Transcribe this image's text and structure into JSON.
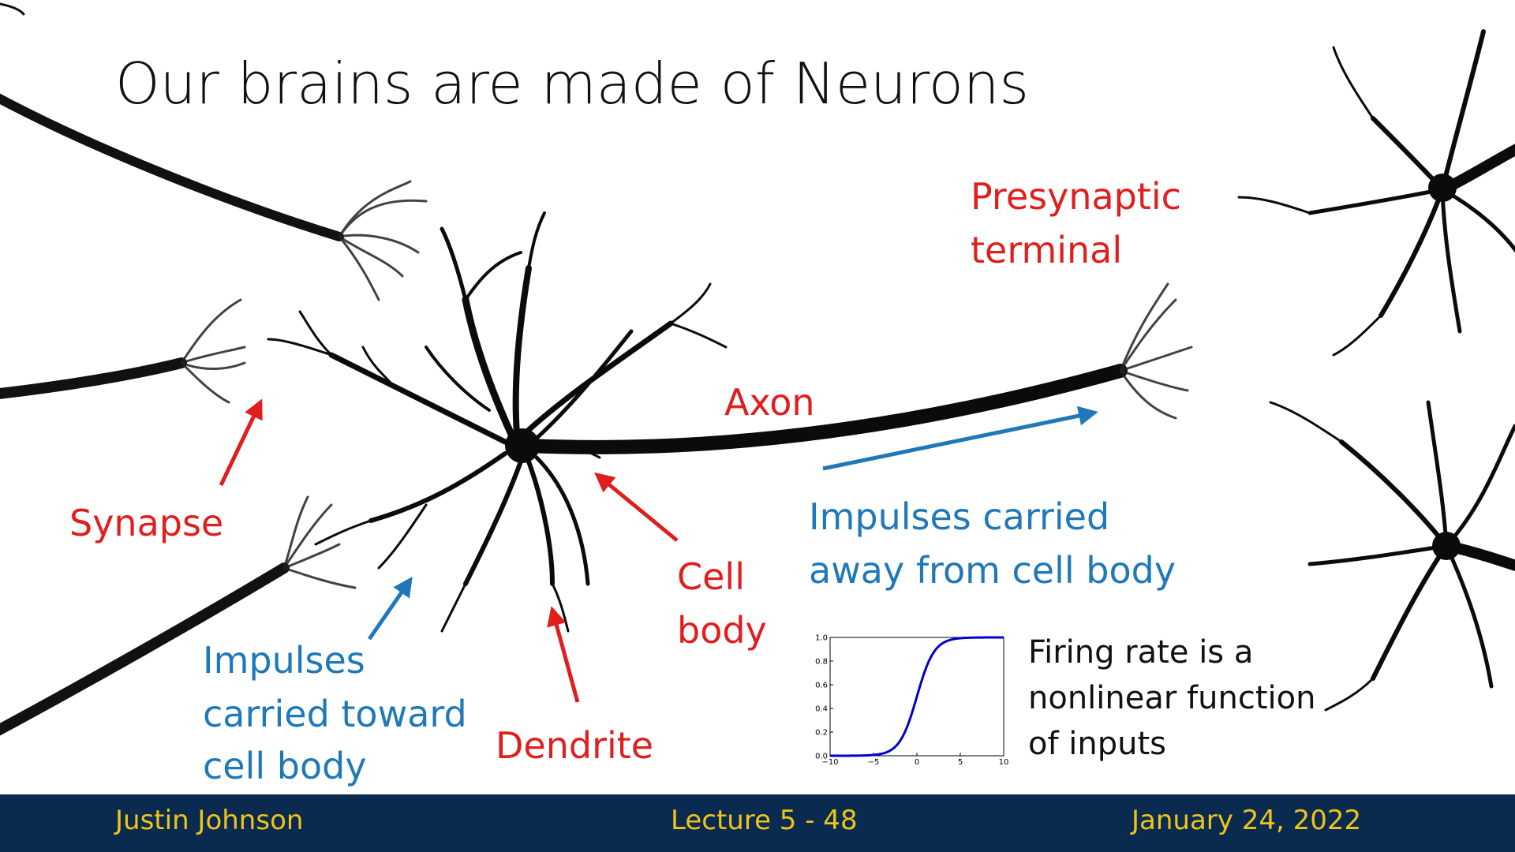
{
  "title": "Our brains are made of Neurons",
  "labels": {
    "synapse": "Synapse",
    "presynaptic_line1": "Presynaptic",
    "presynaptic_line2": "terminal",
    "axon": "Axon",
    "cell_body_line1": "Cell",
    "cell_body_line2": "body",
    "dendrite": "Dendrite",
    "impulses_toward_line1": "Impulses",
    "impulses_toward_line2": "carried toward",
    "impulses_toward_line3": "cell body",
    "impulses_away_line1": "Impulses carried",
    "impulses_away_line2": "away from cell body",
    "firing_line1": "Firing rate is a",
    "firing_line2": "nonlinear function",
    "firing_line3": "of inputs"
  },
  "footer": {
    "author": "Justin Johnson",
    "lecture": "Lecture 5 - 48",
    "date": "January 24, 2022"
  },
  "colors": {
    "red": "#e01e1e",
    "blue": "#1f78b8",
    "footer_bg": "#0a2a4f",
    "footer_text": "#f0c419",
    "curve": "#0000cc"
  },
  "chart_data": {
    "type": "line",
    "title": "",
    "xlabel": "",
    "ylabel": "",
    "xlim": [
      -10,
      10
    ],
    "ylim": [
      0,
      1
    ],
    "x_ticks": [
      "-10",
      "-5",
      "0",
      "5",
      "10"
    ],
    "y_ticks": [
      "0.0",
      "0.2",
      "0.4",
      "0.6",
      "0.8",
      "1.0"
    ],
    "series": [
      {
        "function": "sigmoid",
        "x": [
          -10,
          -8,
          -6,
          -4,
          -3,
          -2,
          -1,
          0,
          1,
          2,
          3,
          4,
          6,
          8,
          10
        ],
        "values": [
          0.0,
          0.0003,
          0.0025,
          0.018,
          0.047,
          0.12,
          0.27,
          0.5,
          0.73,
          0.88,
          0.95,
          0.98,
          0.9975,
          0.9997,
          1.0
        ]
      }
    ]
  }
}
